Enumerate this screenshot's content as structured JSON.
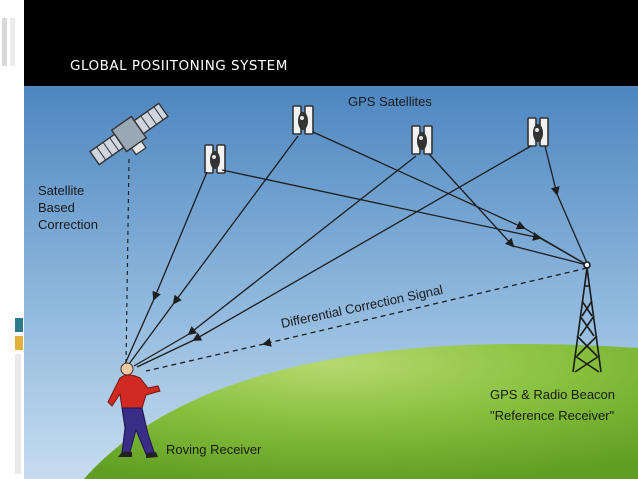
{
  "slide": {
    "title": "GLOBAL POSIITONING SYSTEM"
  },
  "diagram": {
    "colors": {
      "sky_top": "#4d86c0",
      "sky_bottom": "#c6dcef",
      "hill": "#6fad2a",
      "hill_light": "#b6d96e",
      "line": "#2a2a2a"
    },
    "labels": {
      "gps_satellites": "GPS Satellites",
      "satellite_based_correction": [
        "Satellite",
        "Based",
        "Correction"
      ],
      "differential_correction_signal": "Differential Correction Signal",
      "beacon": [
        "GPS & Radio Beacon",
        "\"Reference Receiver\""
      ],
      "roving_receiver": "Roving Receiver"
    },
    "icons": [
      "correction-satellite-icon",
      "gps-satellite-icon",
      "radio-tower-icon",
      "person-icon"
    ]
  }
}
